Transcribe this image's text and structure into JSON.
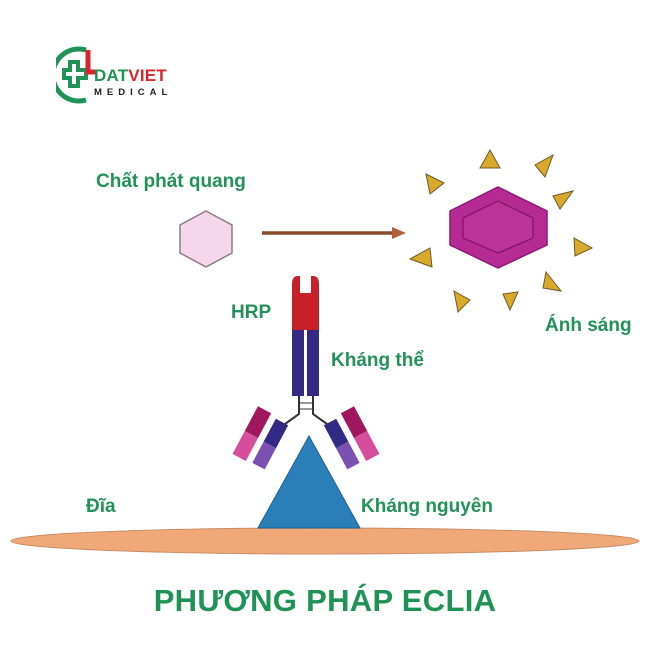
{
  "logo": {
    "brand_part1": "DAT",
    "brand_part2": "VIET",
    "subtitle": "MEDICAL",
    "colors": {
      "green": "#1f9356",
      "red": "#d9262c"
    }
  },
  "labels": {
    "luminophore": "Chất phát quang",
    "light": "Ánh sáng",
    "hrp": "HRP",
    "antibody": "Kháng thể",
    "plate": "Đĩa",
    "antigen": "Kháng nguyên"
  },
  "title": "PHƯƠNG PHÁP ECLIA",
  "colors": {
    "label_green": "#22915a",
    "hexagon_pale": "#f6d6ea",
    "hexagon_active": "#b62a93",
    "light_triangles": "#d9a92a",
    "arrow": "#8a4a2c",
    "hrp_red": "#c8202a",
    "antibody_navy": "#332a86",
    "antigen_blue": "#2a7fb8",
    "plate_orange": "#f0a878",
    "arm_magenta": "#a0175e",
    "arm_pink": "#d64d9c",
    "arm_purple": "#7a50b0"
  }
}
